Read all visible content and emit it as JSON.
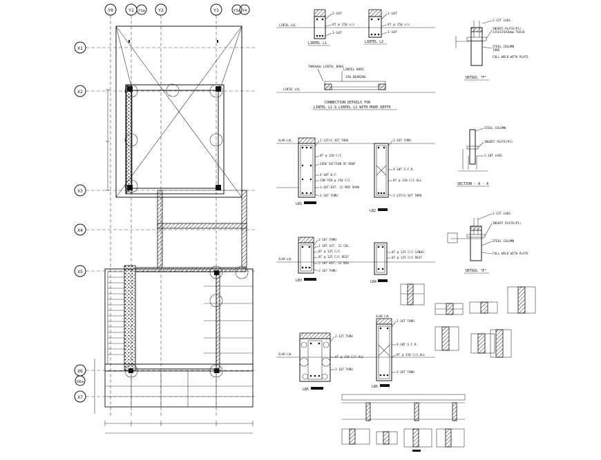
{
  "grid": {
    "columns": [
      "Y0",
      "Y1",
      "Y1a",
      "Y2",
      "Y3",
      "Y3a",
      "Y4"
    ],
    "rows": [
      "X1",
      "X2",
      "X3",
      "X4",
      "X5",
      "X6",
      "X6a",
      "X7"
    ]
  },
  "lintel_details": {
    "l1": {
      "title": "LINTEL L1",
      "top": "2-10T",
      "stirrup": "8T @ 150 c/c",
      "bottom": "3-10T",
      "level": "LINTEL LVL"
    },
    "l2": {
      "title": "LINTEL L2",
      "top": "2-10T",
      "stirrup": "8T @ 150 c/c",
      "bottom": "3-10T",
      "level": "LINTEL LVL"
    },
    "connection": {
      "through_bars": "THROUGH LINTEL BARS",
      "lintel_bars": "LINTEL BARS",
      "bearing": "150 BEARING",
      "level": "LINTEL LVL",
      "caption_line1": "CONNECTION DETAILS FOR",
      "caption_line2": "LINTEL L1 & LINTEL L2 WITH MORE DEPTH"
    }
  },
  "beam_details": {
    "lb1": {
      "title": "LB1",
      "level": "SLAB LVL",
      "notes": [
        "2-12T+1-16T THRU",
        "8T @ 150 C/C",
        "SIDE SECTION OF ROOF",
        "4-10T W.F.",
        "25Ø PIN @ 250 C/C",
        "3-16T EXT. 12 MID SPAN",
        "3-16T THRU"
      ]
    },
    "lb2": {
      "title": "LB2",
      "notes": [
        "2-16T THRU",
        "4-10T S.F.R.",
        "8T @ 150 C/C-ALL",
        "2-12T+1-16T THRU"
      ]
    },
    "lb3": {
      "title": "LB3",
      "level": "SLAB LVL",
      "notes": [
        "2-16T THRU",
        "1-16T EXT. 12 COL.",
        "8T @ 125 C/C",
        "8T @ 125 C/C REST",
        "2-16T EXT. 12 MID",
        "3-16T THRU"
      ]
    },
    "lb4": {
      "title": "LB4",
      "notes": [
        "8T @ 125 C/C-12NOS.",
        "8T @ 125 C/C REST"
      ]
    },
    "lb5": {
      "title": "LB5",
      "level": "SLAB LVL",
      "notes": [
        "2-12T THRU",
        "8T @ 150 C/C-ALL",
        "3-16T THRU"
      ]
    },
    "lb6": {
      "title": "LB6",
      "level": "SLAB LVL",
      "notes": [
        "2-16T THRU",
        "4-10T S.F.R.",
        "8T @ 150 C/C-ALL",
        "3-16T THRU"
      ]
    }
  },
  "steel_details": {
    "detail_f": {
      "title": "DETAIL \"F\"",
      "lugs": "2-12T LUGS",
      "plate": "INSERT PLATE(P1)",
      "plate_size": "225X225X10mm THICK",
      "column": "STEEL COLUMN",
      "column_size": "TUBE",
      "weld": "FULL WELD WITH PLATE"
    },
    "section_aa": {
      "title": "SECTION - A - A",
      "column": "STEEL COLUMN",
      "plate": "INSERT PLATE(P1)",
      "lugs": "2-10T LUGS"
    },
    "detail_e": {
      "title": "DETAIL \"E\"",
      "lugs": "2-12T LUGS",
      "plate": "INSERT PLATE(P1)",
      "column": "STEEL COLUMN",
      "weld": "FULL WELD WITH PLATE"
    }
  }
}
